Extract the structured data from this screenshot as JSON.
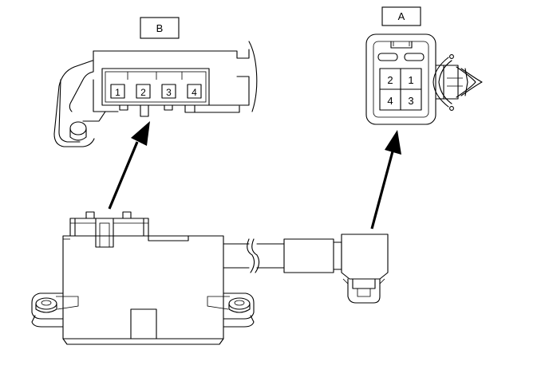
{
  "callouts": {
    "a": "A",
    "b": "B"
  },
  "connector_a": {
    "pins": [
      "2",
      "1",
      "4",
      "3"
    ]
  },
  "connector_b": {
    "pins": [
      "1",
      "2",
      "3",
      "4"
    ]
  }
}
